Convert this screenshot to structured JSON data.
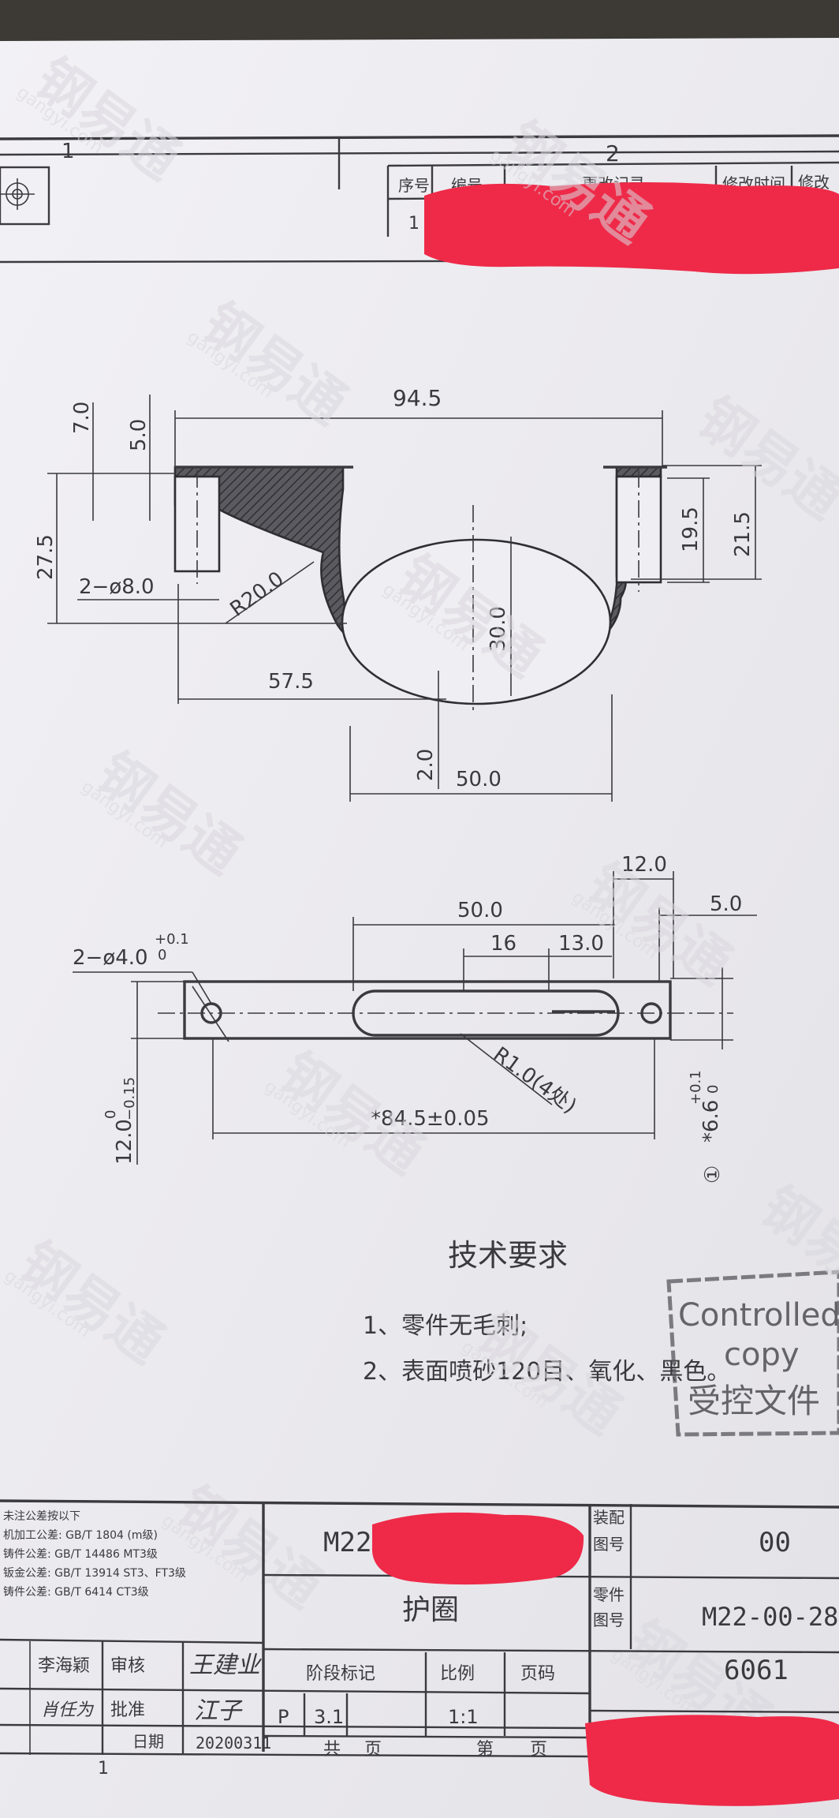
{
  "title_block_top": {
    "zone_1": "1",
    "zone_2": "2",
    "col_seq": "序号",
    "col_code": "编号",
    "col_record": "更改记录",
    "col_time": "修改时间",
    "col_by": "修改",
    "row1_seq": "1"
  },
  "front_view": {
    "dims": {
      "overall_width": "94.5",
      "flange_7": "7.0",
      "flange_5": "5.0",
      "height_27": "27.5",
      "holes": "2−ø8.0",
      "radius": "R20.0",
      "width_57": "57.5",
      "ellipse_30": "30.0",
      "wall_2": "2.0",
      "ellipse_50": "50.0",
      "hole_19": "19.5",
      "height_21": "21.5"
    }
  },
  "top_view": {
    "dims": {
      "d12": "12.0",
      "d5": "5.0",
      "d50": "50.0",
      "d16": "16",
      "d13": "13.0",
      "holes": "2−ø4.0",
      "holes_tol_upper": "+0.1",
      "holes_tol_lower": "0",
      "height": "12.0",
      "height_tol_upper": "0",
      "height_tol_lower": "−0.15",
      "r1": "R1.0(4处)",
      "length": "*84.5±0.05",
      "width": "*6.6",
      "width_tol_upper": "+0.1",
      "width_tol_lower": "0",
      "mark": "①"
    }
  },
  "tech": {
    "heading": "技术要求",
    "item1": "1、零件无毛刺;",
    "item2": "2、表面喷砂120目、氧化、黑色。"
  },
  "stamp": {
    "line1": "Controlled",
    "line2": "copy",
    "line3": "受控文件"
  },
  "watermark": {
    "cn": "钢易通",
    "url": "gangyi.com"
  },
  "title_block": {
    "tol_line0": "未注公差按以下",
    "tol_line1": "机加工公差: GB/T 1804 (m级)",
    "tol_line2": "铸件公差: GB/T 14486 MT3级",
    "tol_line3": "钣金公差: GB/T 13914 ST3、FT3级",
    "tol_line4": "铸件公差: GB/T 6414 CT3级",
    "drawing_code": "M22",
    "part_name": "护圈",
    "label_assembly": "装配图号",
    "label_assembly_a": "装配",
    "label_assembly_b": "图号",
    "assembly_no": "00",
    "label_part_a": "零件",
    "label_part_b": "图号",
    "part_no": "M22-00-28",
    "material": "6061",
    "name_designer": "李海颖",
    "label_review": "审核",
    "sig_review": "王建业",
    "name_standard": "肖任为",
    "label_approve": "批准",
    "sig_approve": "江子",
    "label_date": "日期",
    "date": "20200311",
    "label_stage": "阶段标记",
    "label_scale": "比例",
    "label_page": "页码",
    "stage_p": "P",
    "stage_val": "3.1",
    "scale_val": "1:1",
    "label_total": "共",
    "label_pages": "页",
    "label_sheet": "第",
    "label_sheet_pages": "页",
    "bottom_zone": "1"
  }
}
